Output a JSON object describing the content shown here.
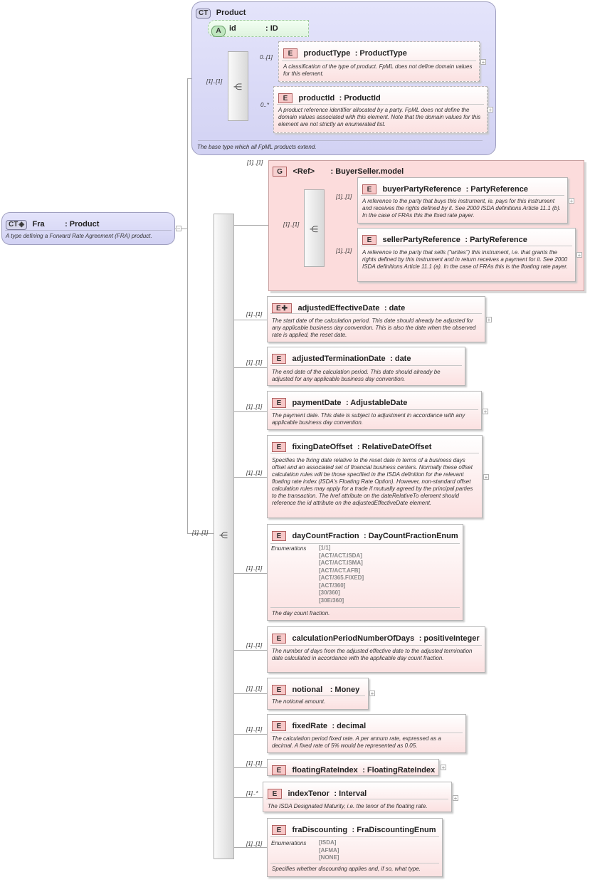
{
  "product": {
    "badge": "CT",
    "name": "Product",
    "desc": "The base type which all FpML products extend.",
    "attr": {
      "badge": "A",
      "name": "id",
      "type": ": ID"
    },
    "seq_card": "[1]..[1]",
    "productType": {
      "card": "0..[1]",
      "badge": "E",
      "name": "productType",
      "type": ": ProductType",
      "desc": "A classification of the type of product. FpML does not define domain values for this element."
    },
    "productId": {
      "card": "0..*",
      "badge": "E",
      "name": "productId",
      "type": ": ProductId",
      "desc": "A product reference identifier allocated by a party. FpML does not define the domain values associated with this element. Note that the domain values for this element are not strictly an enumerated list."
    }
  },
  "fra": {
    "badge": "CT",
    "name": "Fra",
    "type": ": Product",
    "desc": "A type defining a Forward Rate Agreement (FRA) product."
  },
  "main_seq_card": "[1]..[1]",
  "buyer_seller": {
    "card": "[1]..[1]",
    "badge": "G",
    "ref": "<Ref>",
    "name": ": BuyerSeller.model",
    "seq_card": "[1]..[1]",
    "buyer": {
      "card": "[1]..[1]",
      "badge": "E",
      "name": "buyerPartyReference",
      "type": ": PartyReference",
      "desc": "A reference to the party that buys this instrument, ie. pays for this instrument and receives the rights defined by it. See 2000 ISDA definitions Article 11.1 (b). In the case of FRAs this the fixed rate payer."
    },
    "seller": {
      "card": "[1]..[1]",
      "badge": "E",
      "name": "sellerPartyReference",
      "type": ": PartyReference",
      "desc": "A reference to the party that sells (\"writes\") this instrument, i.e. that grants the rights defined by this instrument and in return receives a payment for it. See 2000 ISDA definitions Article 11.1 (a). In the case of FRAs this is the floating rate payer."
    }
  },
  "elements": {
    "adjustedEffectiveDate": {
      "card": "[1]..[1]",
      "badge": "E",
      "name": "adjustedEffectiveDate",
      "type": ": date",
      "desc": "The start date of the calculation period. This date should already be adjusted for any applicable business day convention. This is also the date when the observed rate is applied, the reset date."
    },
    "adjustedTerminationDate": {
      "card": "[1]..[1]",
      "badge": "E",
      "name": "adjustedTerminationDate",
      "type": ": date",
      "desc": "The end date of the calculation period. This date should already be adjusted for any applicable business day convention."
    },
    "paymentDate": {
      "card": "[1]..[1]",
      "badge": "E",
      "name": "paymentDate",
      "type": ": AdjustableDate",
      "desc": "The payment date. This date is subject to adjustment in accordance with any applicable business day convention."
    },
    "fixingDateOffset": {
      "card": "[1]..[1]",
      "badge": "E",
      "name": "fixingDateOffset",
      "type": ": RelativeDateOffset",
      "desc": "Specifies the fixing date relative to the reset date in terms of a business days offset and an associated set of financial business centers. Normally these offset calculation rules will be those specified in the ISDA definition for the relevant floating rate index (ISDA's Floating Rate Option). However, non-standard offset calculation rules may apply for a trade if mutually agreed by the principal parties to the transaction. The href attribute on the dateRelativeTo element should reference the id attribute on the adjustedEffectiveDate element."
    },
    "dayCountFraction": {
      "card": "[1]..[1]",
      "badge": "E",
      "name": "dayCountFraction",
      "type": ": DayCountFractionEnum",
      "enum_label": "Enumerations",
      "enums": [
        "[1/1]",
        "[ACT/ACT.ISDA]",
        "[ACT/ACT.ISMA]",
        "[ACT/ACT.AFB]",
        "[ACT/365.FIXED]",
        "[ACT/360]",
        "[30/360]",
        "[30E/360]"
      ],
      "desc": "The day count fraction."
    },
    "calculationPeriodNumberOfDays": {
      "card": "[1]..[1]",
      "badge": "E",
      "name": "calculationPeriodNumberOfDays",
      "type": ": positiveInteger",
      "desc": "The number of days from the adjusted effective date to the adjusted termination date calculated in accordance with the applicable day count fraction."
    },
    "notional": {
      "card": "[1]..[1]",
      "badge": "E",
      "name": "notional",
      "type": ": Money",
      "desc": "The notional amount."
    },
    "fixedRate": {
      "card": "[1]..[1]",
      "badge": "E",
      "name": "fixedRate",
      "type": ": decimal",
      "desc": "The calculation period fixed rate. A per annum rate, expressed as a decimal. A fixed rate of 5% would be represented as 0.05."
    },
    "floatingRateIndex": {
      "card": "[1]..[1]",
      "badge": "E",
      "name": "floatingRateIndex",
      "type": ": FloatingRateIndex"
    },
    "indexTenor": {
      "card": "[1]..*",
      "badge": "E",
      "name": "indexTenor",
      "type": ": Interval",
      "desc": "The ISDA Designated Maturity, i.e. the tenor of the floating rate."
    },
    "fraDiscounting": {
      "card": "[1]..[1]",
      "badge": "E",
      "name": "fraDiscounting",
      "type": ": FraDiscountingEnum",
      "enum_label": "Enumerations",
      "enums": [
        "[ISDA]",
        "[AFMA]",
        "[NONE]"
      ],
      "desc": "Specifies whether discounting applies and, if so, what type."
    }
  }
}
